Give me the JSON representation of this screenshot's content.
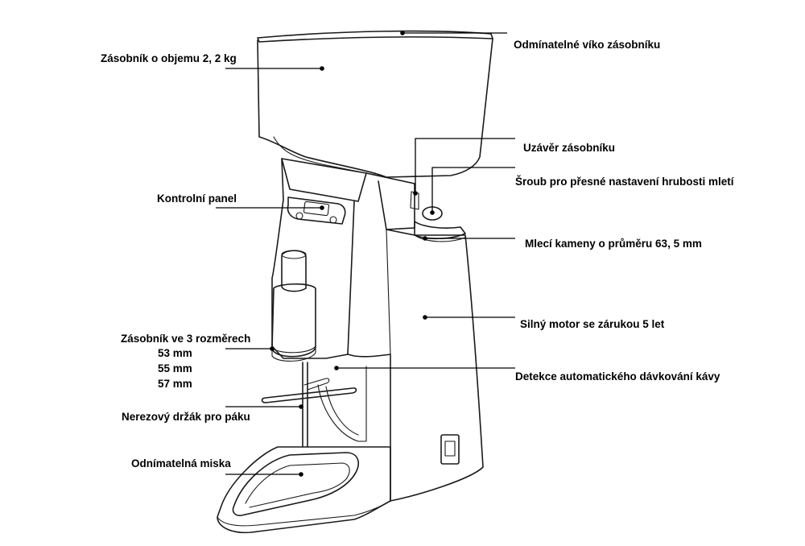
{
  "labels": {
    "hopper": "Zásobník o objemu 2, 2 kg",
    "hopper_lid": "Odmínatelné víko zásobníku",
    "hopper_closure": "Uzávěr zásobníku",
    "adjust_screw": "Šroub pro přesné nastavení hrubosti mletí",
    "control_panel": "Kontrolní panel",
    "burrs": "Mlecí kameny o průměru 63, 5 mm",
    "motor": "Silný motor se zárukou 5 let",
    "container_title": "Zásobník ve 3 rozměrech",
    "container_sizes": [
      "53 mm",
      "55 mm",
      "57 mm"
    ],
    "dose_detection": "Detekce automatického dávkování kávy",
    "lever_holder": "Nerezový držák pro páku",
    "tray": "Odnímatelná miska"
  },
  "colors": {
    "line": "#1a1a1a",
    "background": "#ffffff",
    "text": "#000000"
  }
}
